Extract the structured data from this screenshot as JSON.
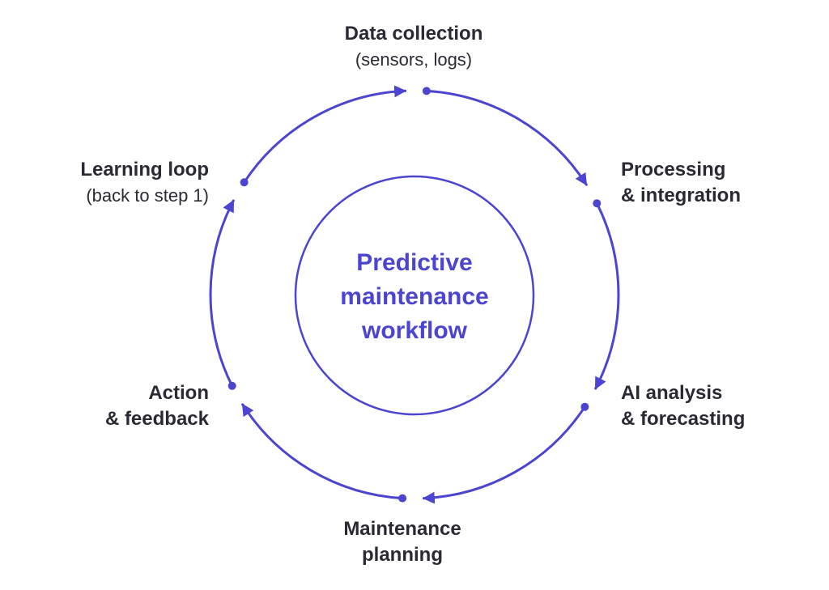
{
  "diagram": {
    "title": "Predictive maintenance workflow",
    "center": {
      "line1": "Predictive",
      "line2": "maintenance",
      "line3": "workflow"
    },
    "nodes": [
      {
        "id": "data-collection",
        "title": "Data collection",
        "subtitle": "(sensors, logs)"
      },
      {
        "id": "processing-integration",
        "title": "Processing",
        "title2": "& integration"
      },
      {
        "id": "ai-analysis-forecasting",
        "title": "AI analysis",
        "title2": "& forecasting"
      },
      {
        "id": "maintenance-planning",
        "title": "Maintenance",
        "title2": "planning"
      },
      {
        "id": "action-feedback",
        "title": "Action",
        "title2": "& feedback"
      },
      {
        "id": "learning-loop",
        "title": "Learning loop",
        "subtitle": "(back to step 1)"
      }
    ],
    "flow_direction": "clockwise",
    "accent_color": "#4b45cf",
    "text_color": "#2b2933",
    "background_color": "#ffffff"
  }
}
